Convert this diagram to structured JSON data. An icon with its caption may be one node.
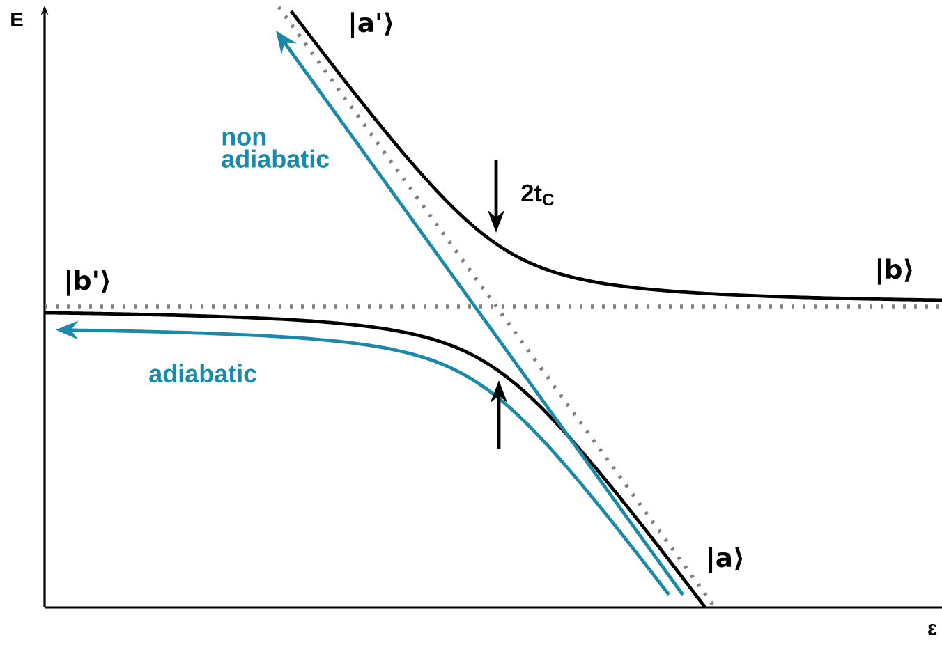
{
  "diagram": {
    "labels": [
      "E",
      "|a'⟩",
      "non adiabatic",
      "2t$_{C}$",
      "|b'⟩",
      "|b⟩",
      "adiabatic",
      "|a⟩",
      "ε"
    ]
  }
}
